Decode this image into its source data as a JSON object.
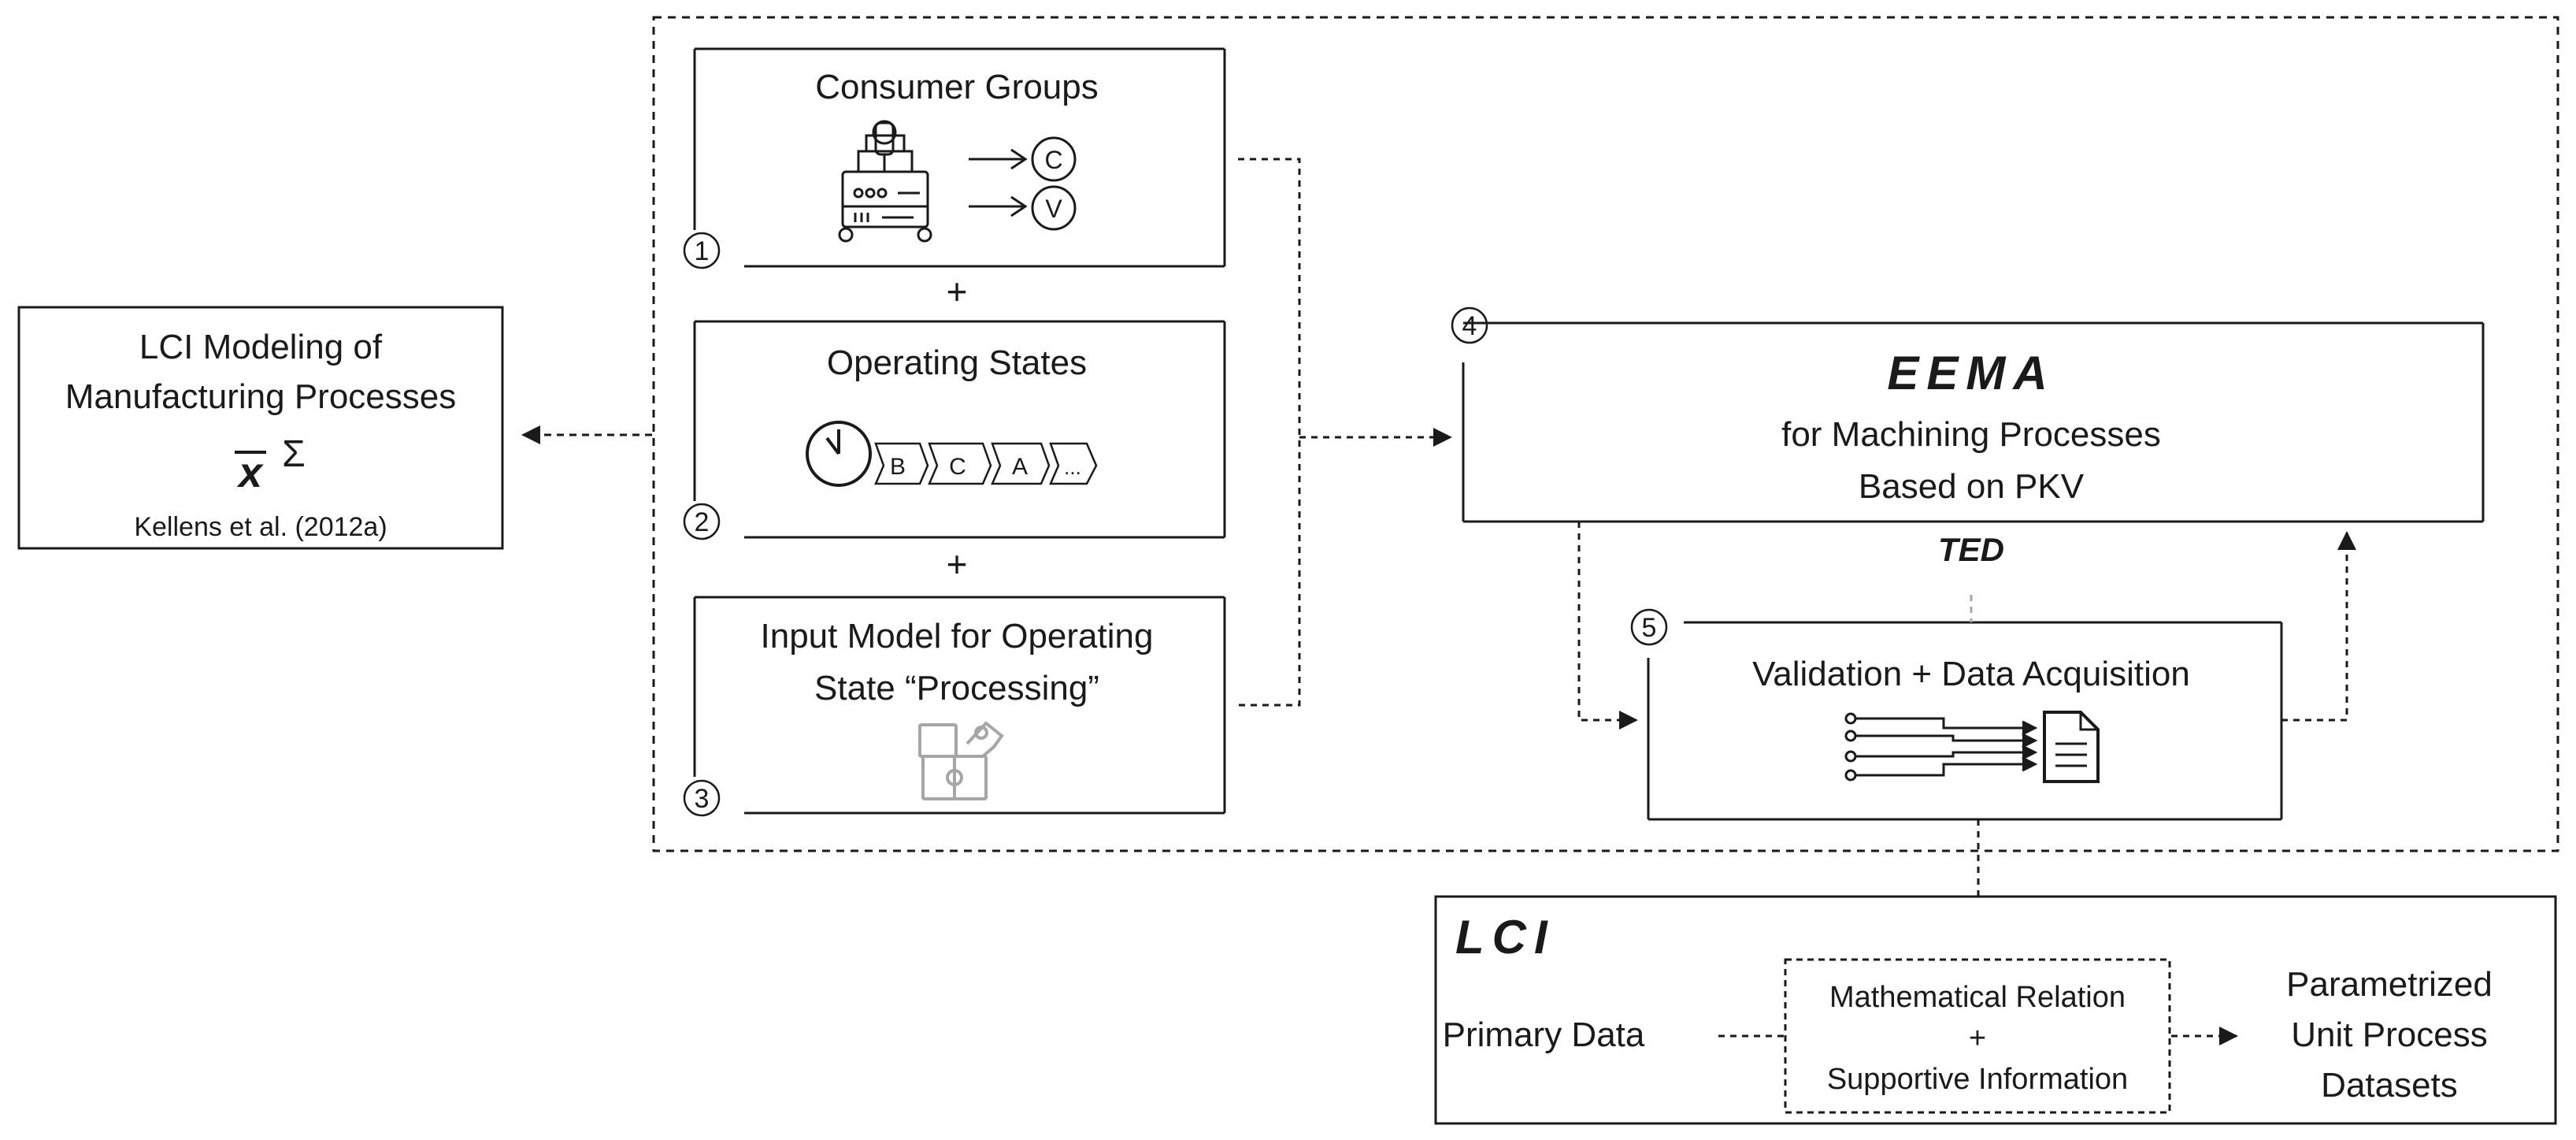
{
  "left_box": {
    "line1": "LCI Modeling of",
    "line2": "Manufacturing Processes",
    "symbol_x": "x",
    "symbol_sigma": "Σ",
    "citation": "Kellens et al. (2012a)"
  },
  "box1": {
    "number": "1",
    "title": "Consumer Groups",
    "circle_c": "C",
    "circle_v": "V"
  },
  "box2": {
    "number": "2",
    "title": "Operating States",
    "chevrons": [
      "B",
      "C",
      "A",
      "..."
    ]
  },
  "box3": {
    "number": "3",
    "line1": "Input Model for Operating",
    "line2": "State “Processing”"
  },
  "plus": "+",
  "box4": {
    "number": "4",
    "title": "EEMA",
    "line1": "for Machining Processes",
    "line2": "Based on PKV"
  },
  "ted_label": "TED",
  "box5": {
    "number": "5",
    "title": "Validation + Data Acquisition"
  },
  "lci_box": {
    "title": "LCI",
    "primary": "Primary Data",
    "relation_line1": "Mathematical Relation",
    "relation_plus": "+",
    "relation_line2": "Supportive Information",
    "output_line1": "Parametrized",
    "output_line2": "Unit Process",
    "output_line3": "Datasets"
  },
  "colors": {
    "stroke": "#1a1a1a",
    "icon_gray": "#a6a6a6"
  }
}
